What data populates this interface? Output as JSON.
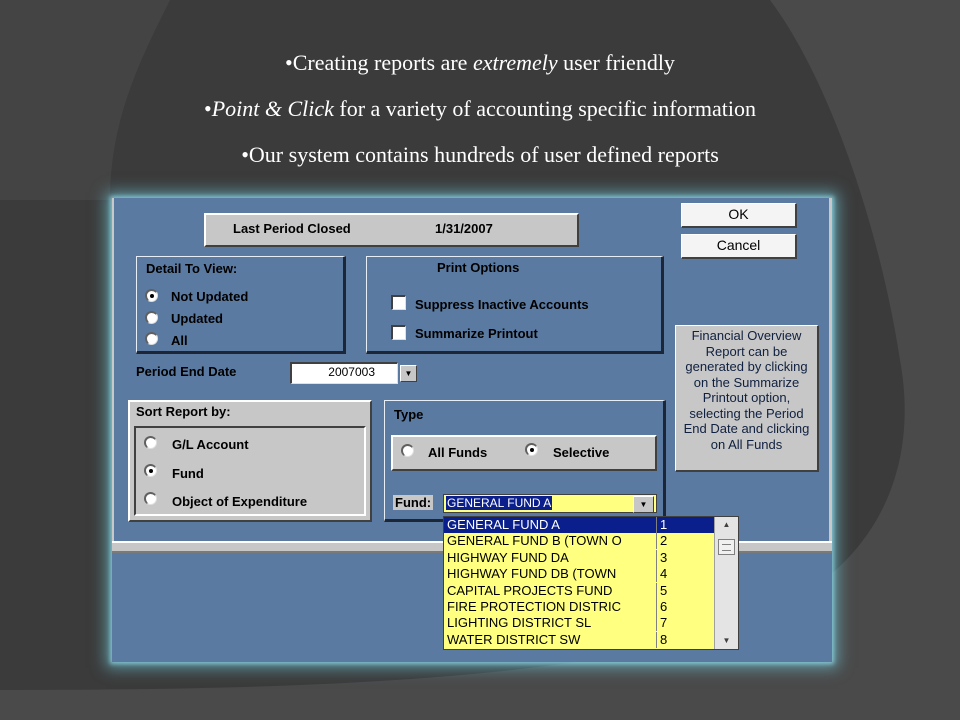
{
  "slide": {
    "bullets": [
      {
        "prefix": "•Creating reports are ",
        "emphasis": "extremely",
        "suffix": " user friendly"
      },
      {
        "prefix": "•",
        "emphasis": "Point & Click",
        "suffix": " for a variety of accounting specific information"
      },
      {
        "prefix": "•Our system contains hundreds of user defined reports",
        "emphasis": "",
        "suffix": ""
      }
    ]
  },
  "dialog": {
    "last_period_label": "Last Period Closed",
    "last_period_value": "1/31/2007",
    "ok_label": "OK",
    "cancel_label": "Cancel",
    "detail_group": {
      "title": "Detail To View:",
      "options": [
        "Not Updated",
        "Updated",
        "All"
      ],
      "selected": "Not Updated"
    },
    "print_options": {
      "title": "Print Options",
      "items": [
        {
          "label": "Suppress Inactive Accounts",
          "checked": false
        },
        {
          "label": "Summarize Printout",
          "checked": false
        }
      ]
    },
    "note_text": "Financial Overview Report can be generated by clicking on the Summarize Printout option, selecting the Period End Date and clicking on All Funds",
    "period_end": {
      "label": "Period End Date",
      "value": "2007003"
    },
    "sort_group": {
      "title": "Sort Report by:",
      "options": [
        "G/L Account",
        "Fund",
        "Object of Expenditure"
      ],
      "selected": "Fund"
    },
    "type_group": {
      "title": "Type",
      "options": [
        "All Funds",
        "Selective"
      ],
      "selected": "Selective"
    },
    "fund": {
      "label": "Fund:",
      "value": "GENERAL FUND A",
      "options": [
        {
          "name": "GENERAL FUND A",
          "code": "1"
        },
        {
          "name": "GENERAL FUND B (TOWN O",
          "code": "2"
        },
        {
          "name": "HIGHWAY FUND DA",
          "code": "3"
        },
        {
          "name": "HIGHWAY FUND DB (TOWN",
          "code": "4"
        },
        {
          "name": "CAPITAL PROJECTS FUND",
          "code": "5"
        },
        {
          "name": "FIRE PROTECTION DISTRIC",
          "code": "6"
        },
        {
          "name": "LIGHTING DISTRICT SL",
          "code": "7"
        },
        {
          "name": "WATER DISTRICT SW",
          "code": "8"
        }
      ],
      "selected_index": 0,
      "highlight_color": "#0a1e8c",
      "list_bg_color": "#ffff80"
    }
  },
  "colors": {
    "slide_bg": "#3e3e3e",
    "form_bg": "#5b7aa1",
    "glow": "#78dcf0"
  }
}
